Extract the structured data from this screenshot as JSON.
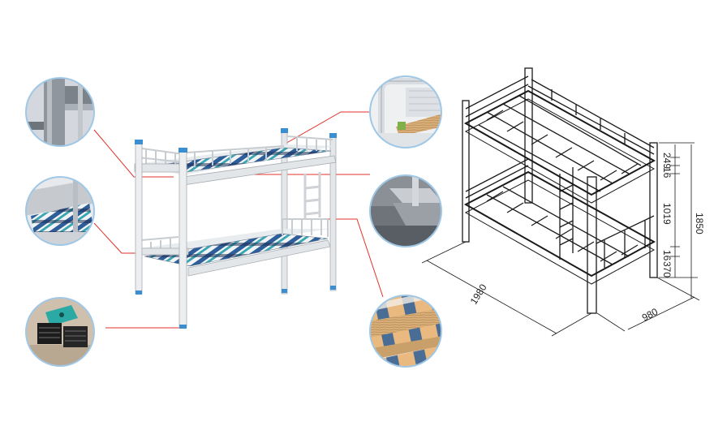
{
  "colors": {
    "callout_line": "#e0322a",
    "circle_border": "#9fc7e6",
    "frame_white": "#eceef0",
    "frame_edge": "#a9adb2",
    "leg_cap": "#3b8fd0",
    "mattress_blue": "#2e5f9a",
    "mattress_teal": "#3aa6b3",
    "mattress_white": "#f1f3f5",
    "mattress_navy": "#1e2f55",
    "drawing_ink": "#1a1a1a"
  },
  "callouts": [
    {
      "side": "left",
      "subject": "frame-joint-detail"
    },
    {
      "side": "left",
      "subject": "mattress-corner-detail"
    },
    {
      "side": "left",
      "subject": "foot-cap-detail"
    },
    {
      "side": "right",
      "subject": "guardrail-detail"
    },
    {
      "side": "right",
      "subject": "ladder-bracket-detail"
    },
    {
      "side": "right",
      "subject": "mattress-slat-detail"
    }
  ],
  "dimensions": {
    "length": "1980",
    "width": "980",
    "total_height": "1850",
    "top_guard": "249",
    "upper_frame": "16",
    "middle_gap": "1019",
    "lower_frame": "16",
    "bottom_clearance": "370"
  }
}
